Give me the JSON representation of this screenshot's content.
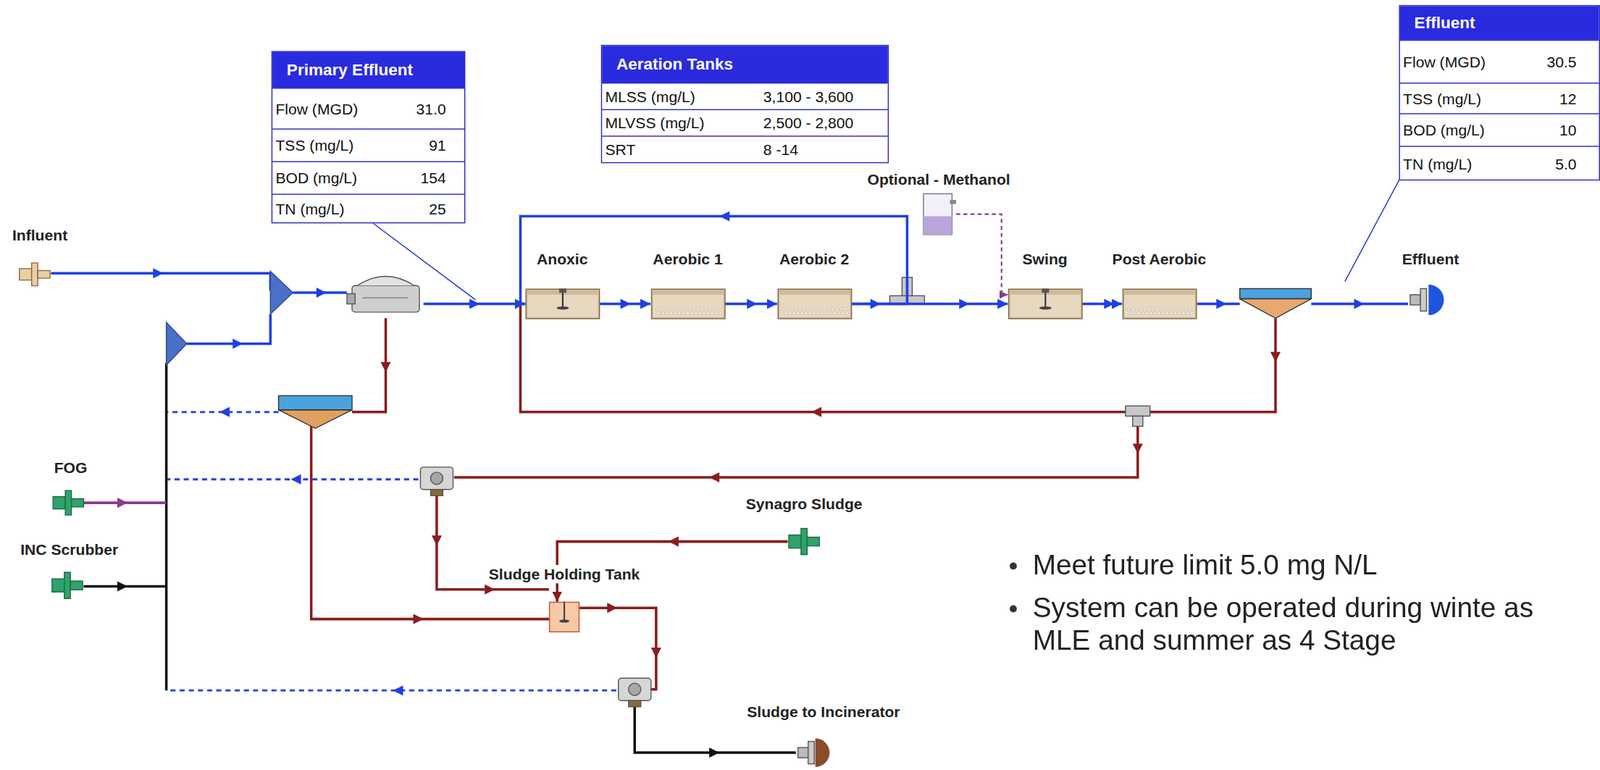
{
  "diagram": {
    "nodes": [
      {
        "text": [
          "Primary Effluent",
          "Flow (MGD)",
          "31.0",
          "TSS (mg/L)",
          "91",
          "BOD (mg/L)",
          "154",
          "TN (mg/L)",
          "25"
        ]
      },
      {
        "text": [
          "Aeration Tanks",
          "MLSS (mg/L)",
          "3,100 - 3,600",
          "MLVSS (mg/L)",
          "2,500 - 2,800",
          "SRT",
          "8 -14"
        ]
      },
      {
        "text": [
          "Effluent",
          "Flow (MGD)",
          "30.5",
          "TSS (mg/L)",
          "12",
          "BOD (mg/L)",
          "10",
          "TN (mg/L)",
          "5.0"
        ]
      },
      {
        "text": [
          "Optional - Methanol"
        ]
      },
      {
        "text": [
          "Influent"
        ]
      },
      {
        "text": [
          "Anoxic"
        ]
      },
      {
        "text": [
          "Aerobic 1"
        ]
      },
      {
        "text": [
          "Aerobic 2"
        ]
      },
      {
        "text": [
          "Swing"
        ]
      },
      {
        "text": [
          "Post Aerobic"
        ]
      },
      {
        "text": [
          "Effluent"
        ]
      },
      {
        "text": [
          "FOG"
        ]
      },
      {
        "text": [
          "Synagro Sludge"
        ]
      },
      {
        "text": [
          "INC Scrubber"
        ]
      },
      {
        "text": [
          "Sludge Holding Tank"
        ]
      },
      {
        "text": [
          "Sludge to Incinerator"
        ]
      }
    ],
    "edges": [
      {
        "from": 5,
        "to": 6,
        "arrow": "to"
      },
      {
        "from": 6,
        "to": 7,
        "arrow": "to"
      },
      {
        "from": 7,
        "to": 8,
        "arrow": "to"
      },
      {
        "from": 7,
        "to": 5,
        "arrow": "to"
      },
      {
        "from": 3,
        "to": 8,
        "arrow": "to"
      },
      {
        "from": 8,
        "to": 9,
        "arrow": "to"
      },
      {
        "from": 12,
        "to": 14,
        "arrow": "to"
      }
    ],
    "labels": [
      "Meet future limit 5.0 mg N/L",
      "System can be operated during winte as MLE and summer as 4 Stage"
    ]
  }
}
